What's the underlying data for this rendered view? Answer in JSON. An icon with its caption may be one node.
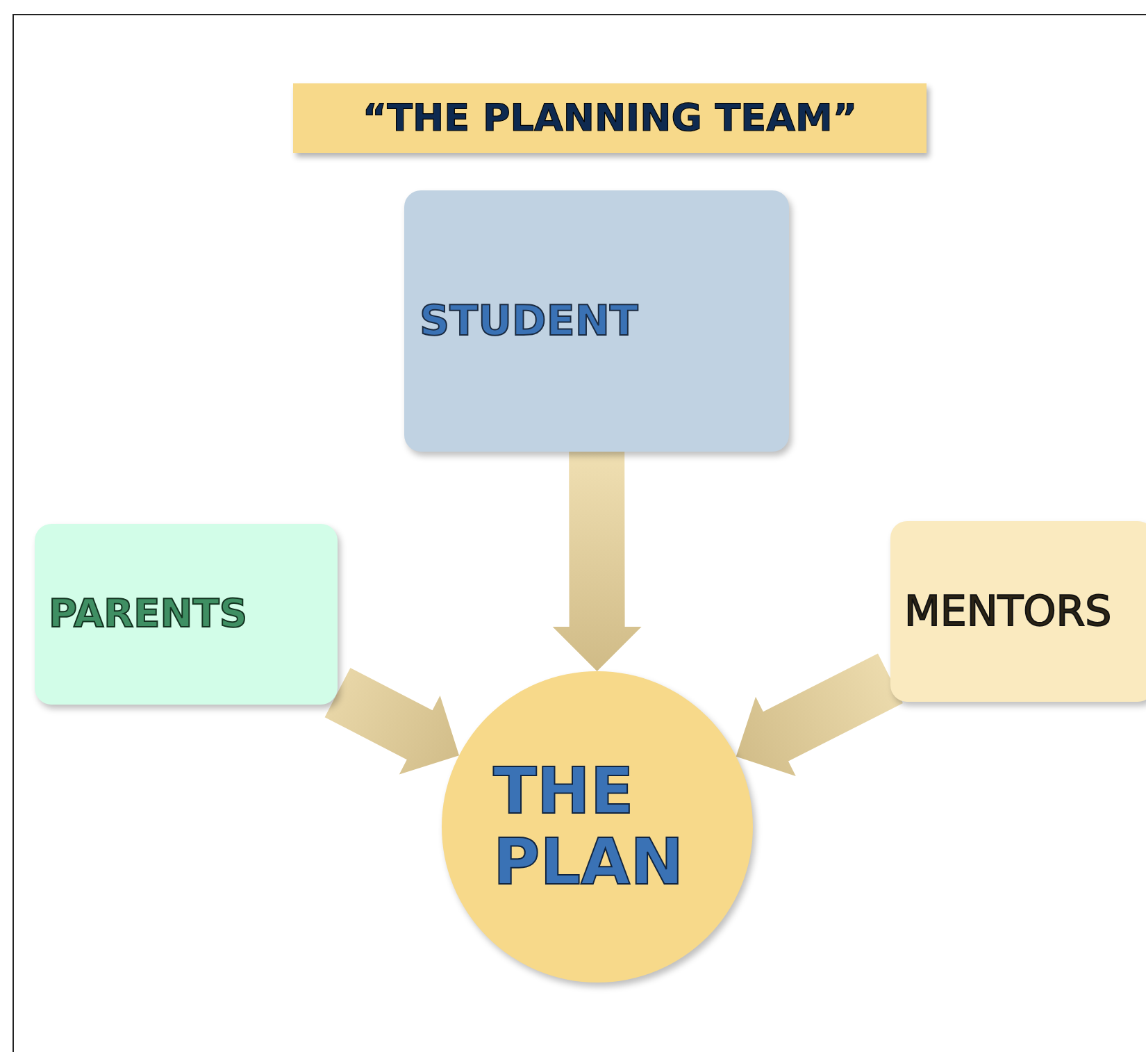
{
  "diagram": {
    "title": "“THE PLANNING TEAM”",
    "nodes": [
      {
        "text": [
          "STUDENT"
        ]
      },
      {
        "text": [
          "PARENTS"
        ]
      },
      {
        "text": [
          "MENTORS"
        ]
      },
      {
        "text": [
          "THE PLAN"
        ]
      }
    ],
    "edges": [
      {
        "from": 0,
        "to": 3,
        "arrow": "to",
        "style": "thick"
      },
      {
        "from": 1,
        "to": 3,
        "arrow": "to",
        "style": "thick"
      },
      {
        "from": 2,
        "to": 3,
        "arrow": "to",
        "style": "thick"
      }
    ]
  }
}
